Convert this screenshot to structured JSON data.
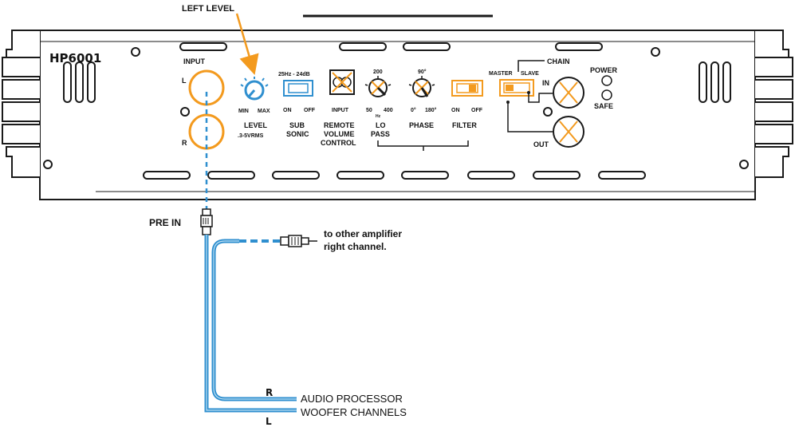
{
  "colors": {
    "orange": "#f39a1e",
    "blue": "#2f8fcf",
    "cable_light": "#bfe0f3",
    "line": "#1a1a1a"
  },
  "amp": {
    "model": "HP6001",
    "input_label": "INPUT",
    "input_left": "L",
    "input_right": "R",
    "level": {
      "min": "MIN",
      "max": "MAX",
      "label": "LEVEL",
      "sub": ".3-5VRMS"
    },
    "subsonic": {
      "freq": "25Hz - 24dB",
      "on": "ON",
      "off": "OFF",
      "label1": "SUB",
      "label2": "SONIC"
    },
    "remote": {
      "input": "INPUT",
      "label1": "REMOTE",
      "label2": "VOLUME",
      "label3": "CONTROL"
    },
    "lopass": {
      "top": "200",
      "low": "50",
      "high": "400",
      "unit": "Hz",
      "label1": "LO",
      "label2": "PASS"
    },
    "phase": {
      "top": "90°",
      "low": "0°",
      "high": "180°",
      "label": "PHASE"
    },
    "filter": {
      "on": "ON",
      "off": "OFF",
      "label": "FILTER"
    },
    "chain": {
      "label": "CHAIN",
      "master": "MASTER",
      "slave": "SLAVE",
      "in": "IN",
      "out": "OUT"
    },
    "power": "POWER",
    "safe": "SAFE"
  },
  "callouts": {
    "left_level": "LEFT LEVEL",
    "pre_in": "PRE IN",
    "other_amp_1": "to other amplifier",
    "other_amp_2": "right channel.",
    "r_marker": "R",
    "l_marker": "L",
    "processor_1": "AUDIO PROCESSOR",
    "processor_2": "WOOFER CHANNELS"
  }
}
